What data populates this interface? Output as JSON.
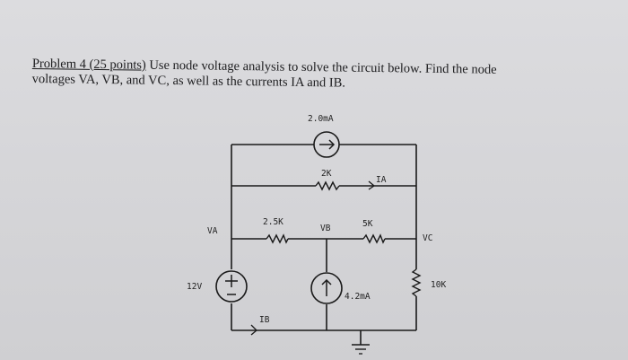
{
  "problem": {
    "heading": "Problem 4 (25 points)",
    "text_line1": " Use node voltage analysis to solve the circuit below.  Find the node",
    "text_line2": "voltages VA,  VB, and VC,  as well as the currents IA and IB."
  },
  "circuit": {
    "labels": {
      "top_source": "2.0mA",
      "r_top": "2K",
      "ia": "IA",
      "r_left": "2.5K",
      "r_right": "5K",
      "node_a": "VA",
      "node_b": "VB",
      "node_c": "VC",
      "voltage_source": "12V",
      "r_c": "10K",
      "current_source": "4.2mA",
      "ib": "IB"
    }
  }
}
